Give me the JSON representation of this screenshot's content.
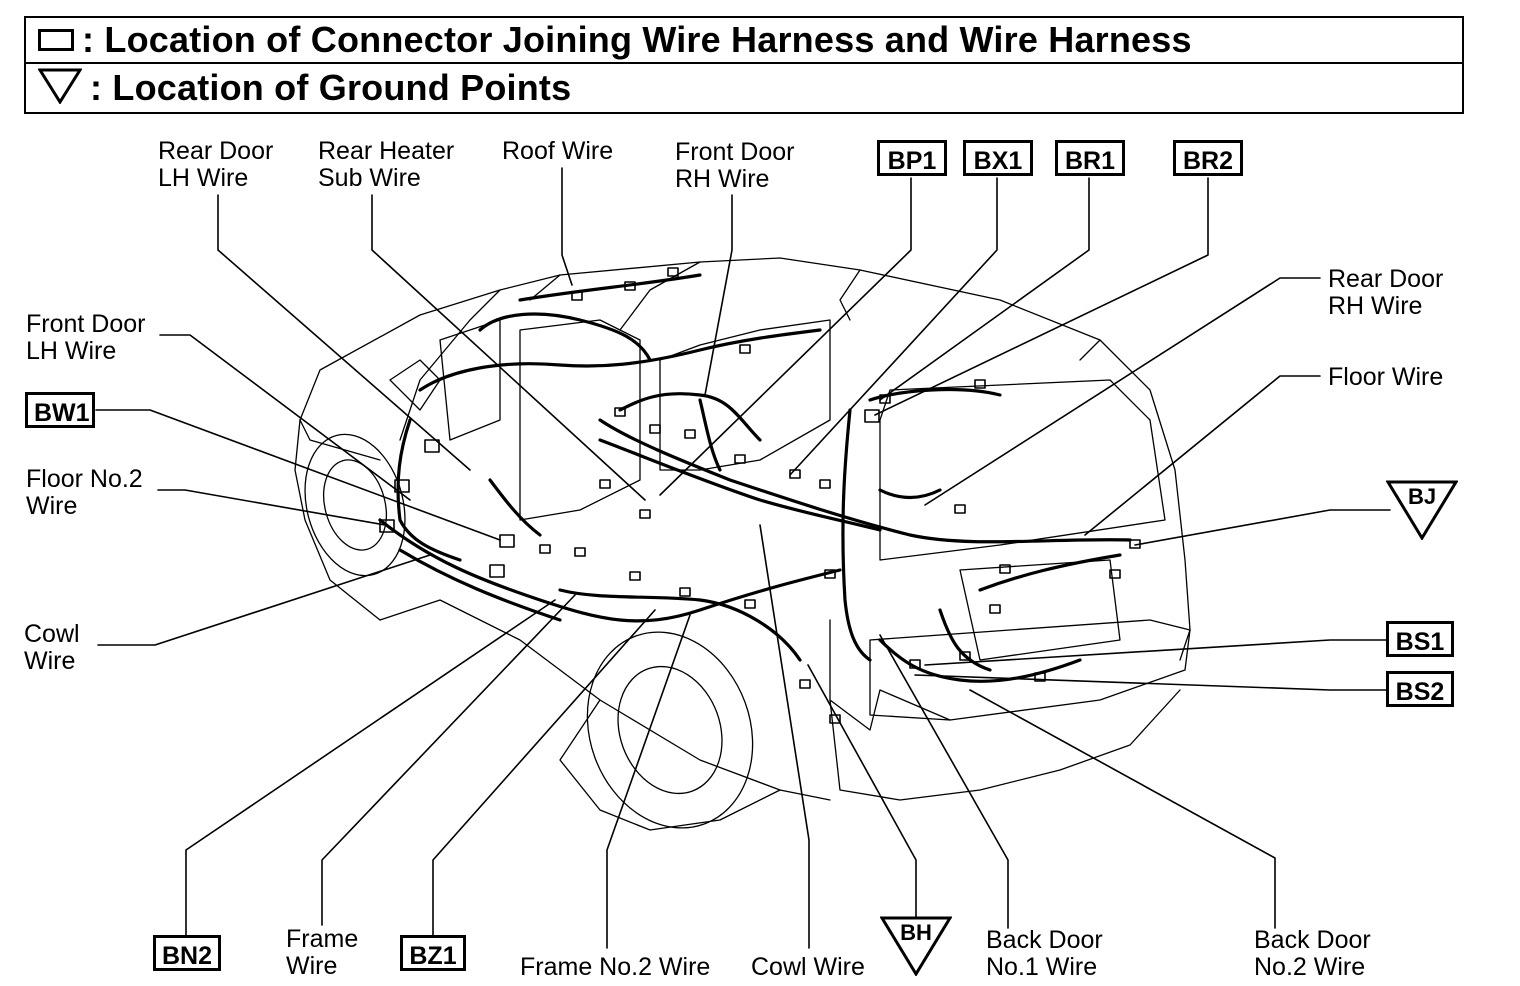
{
  "legend": [
    {
      "symbol": "connector-box",
      "text": ": Location of Connector Joining Wire Harness and Wire Harness"
    },
    {
      "symbol": "ground-triangle",
      "text": ": Location of Ground Points"
    }
  ],
  "labels": {
    "rear_door_lh": [
      "Rear Door",
      "LH Wire"
    ],
    "rear_heater_sub": [
      "Rear Heater",
      "Sub Wire"
    ],
    "roof": [
      "Roof Wire"
    ],
    "front_door_rh": [
      "Front Door",
      "RH Wire"
    ],
    "rear_door_rh": [
      "Rear Door",
      "RH Wire"
    ],
    "front_door_lh": [
      "Front Door",
      "LH Wire"
    ],
    "floor": [
      "Floor Wire"
    ],
    "floor_no2": [
      "Floor No.2",
      "Wire"
    ],
    "cowl_left": [
      "Cowl",
      "Wire"
    ],
    "frame": [
      "Frame",
      "Wire"
    ],
    "frame_no2": [
      "Frame No.2 Wire"
    ],
    "cowl_bottom": [
      "Cowl Wire"
    ],
    "back_door_no1": [
      "Back Door",
      "No.1 Wire"
    ],
    "back_door_no2": [
      "Back Door",
      "No.2 Wire"
    ]
  },
  "connectors": {
    "bp1": "BP1",
    "bx1": "BX1",
    "br1": "BR1",
    "br2": "BR2",
    "bw1": "BW1",
    "bs1": "BS1",
    "bs2": "BS2",
    "bn2": "BN2",
    "bz1": "BZ1"
  },
  "grounds": {
    "bj": "BJ",
    "bh": "BH"
  }
}
